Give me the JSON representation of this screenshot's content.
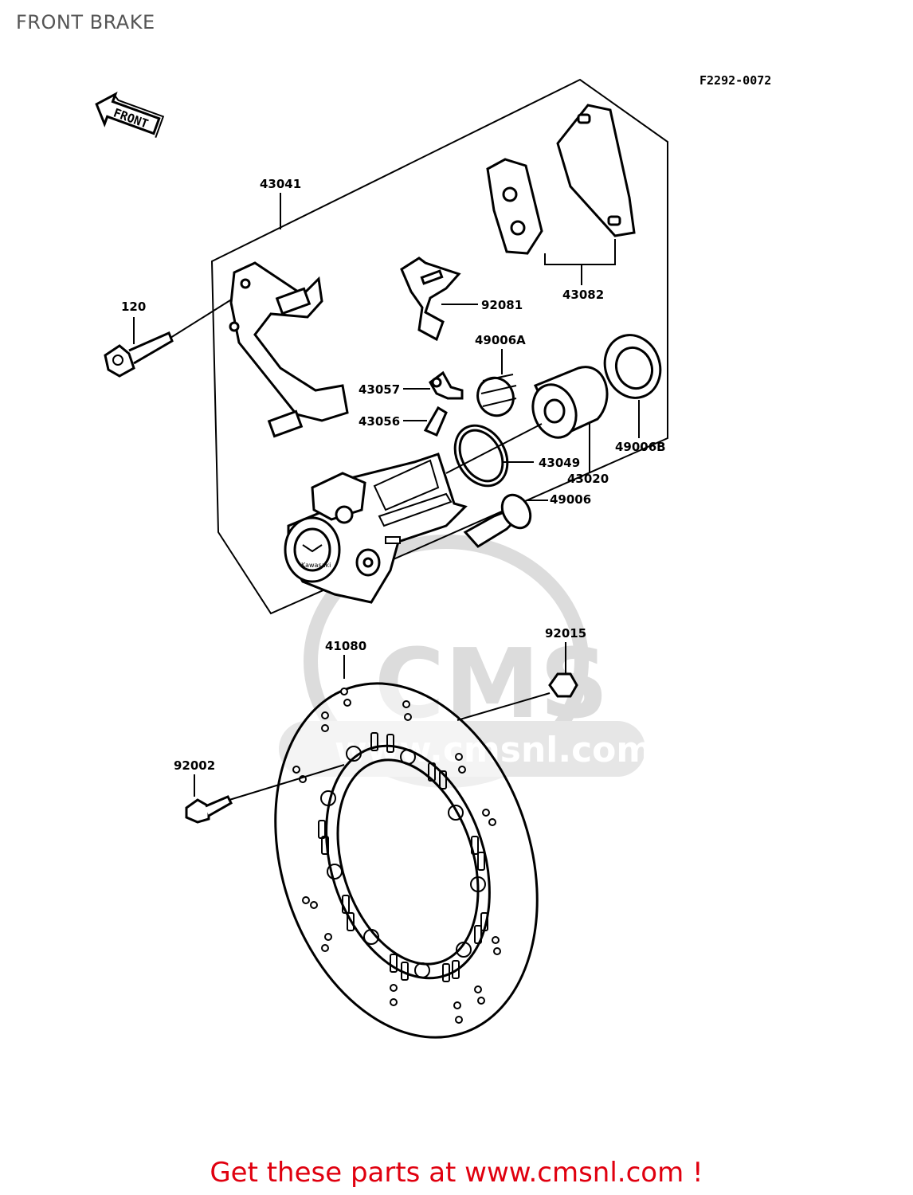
{
  "page": {
    "title": "FRONT BRAKE",
    "figure_code": "F2292-0072",
    "footer": "Get these parts at www.cmsnl.com !"
  },
  "front_arrow": {
    "label": "FRONT"
  },
  "watermark": {
    "logo_text": "CMS",
    "url_text": "www.cmsnl.com",
    "color": "#dcdcdc"
  },
  "caliper_badge": "Kawasaki",
  "parts": [
    {
      "number": "43041"
    },
    {
      "number": "120"
    },
    {
      "number": "92081"
    },
    {
      "number": "43082"
    },
    {
      "number": "49006A"
    },
    {
      "number": "43057"
    },
    {
      "number": "43056"
    },
    {
      "number": "43049"
    },
    {
      "number": "43020"
    },
    {
      "number": "49006B"
    },
    {
      "number": "49006"
    },
    {
      "number": "92015"
    },
    {
      "number": "41080"
    },
    {
      "number": "92002"
    }
  ],
  "colors": {
    "footer": "#e0000f",
    "title": "#555555",
    "line": "#000000"
  }
}
